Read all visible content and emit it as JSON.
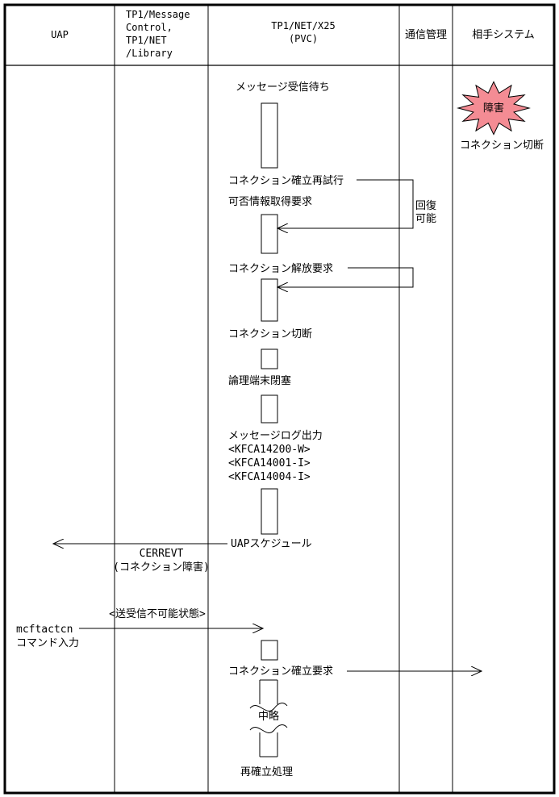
{
  "headers": {
    "uap": "UAP",
    "mcf": [
      "TP1/Message",
      "Control,",
      "TP1/NET",
      "/Library"
    ],
    "net": [
      "TP1/NET/X25",
      "(PVC)"
    ],
    "comm": "通信管理",
    "remote": "相手システム"
  },
  "labels": {
    "msg_wait": "メッセージ受信待ち",
    "retry": "コネクション確立再試行",
    "avail_req": "可否情報取得要求",
    "release_req": "コネクション解放要求",
    "conn_cut": "コネクション切断",
    "term_block": "論理端末閉塞",
    "log_out": "メッセージログ出力",
    "log1": "<KFCA14200-W>",
    "log2": "<KFCA14001-I>",
    "log3": "<KFCA14004-I>",
    "uap_sched": "UAPスケジュール",
    "cerrevt": "CERREVT",
    "cerrevt_note": "(コネクション障害)",
    "send_state": "<送受信不可能状態>",
    "cmd1": "mcftactcn",
    "cmd2": "コマンド入力",
    "establish_req": "コネクション確立要求",
    "omitted": "中略",
    "reestablish": "再確立処理",
    "recover": [
      "回復",
      "可能"
    ],
    "fault": "障害",
    "remote_cut": "コネクション切断"
  },
  "colors": {
    "fault_fill": "#f48c94",
    "line": "#000000"
  }
}
